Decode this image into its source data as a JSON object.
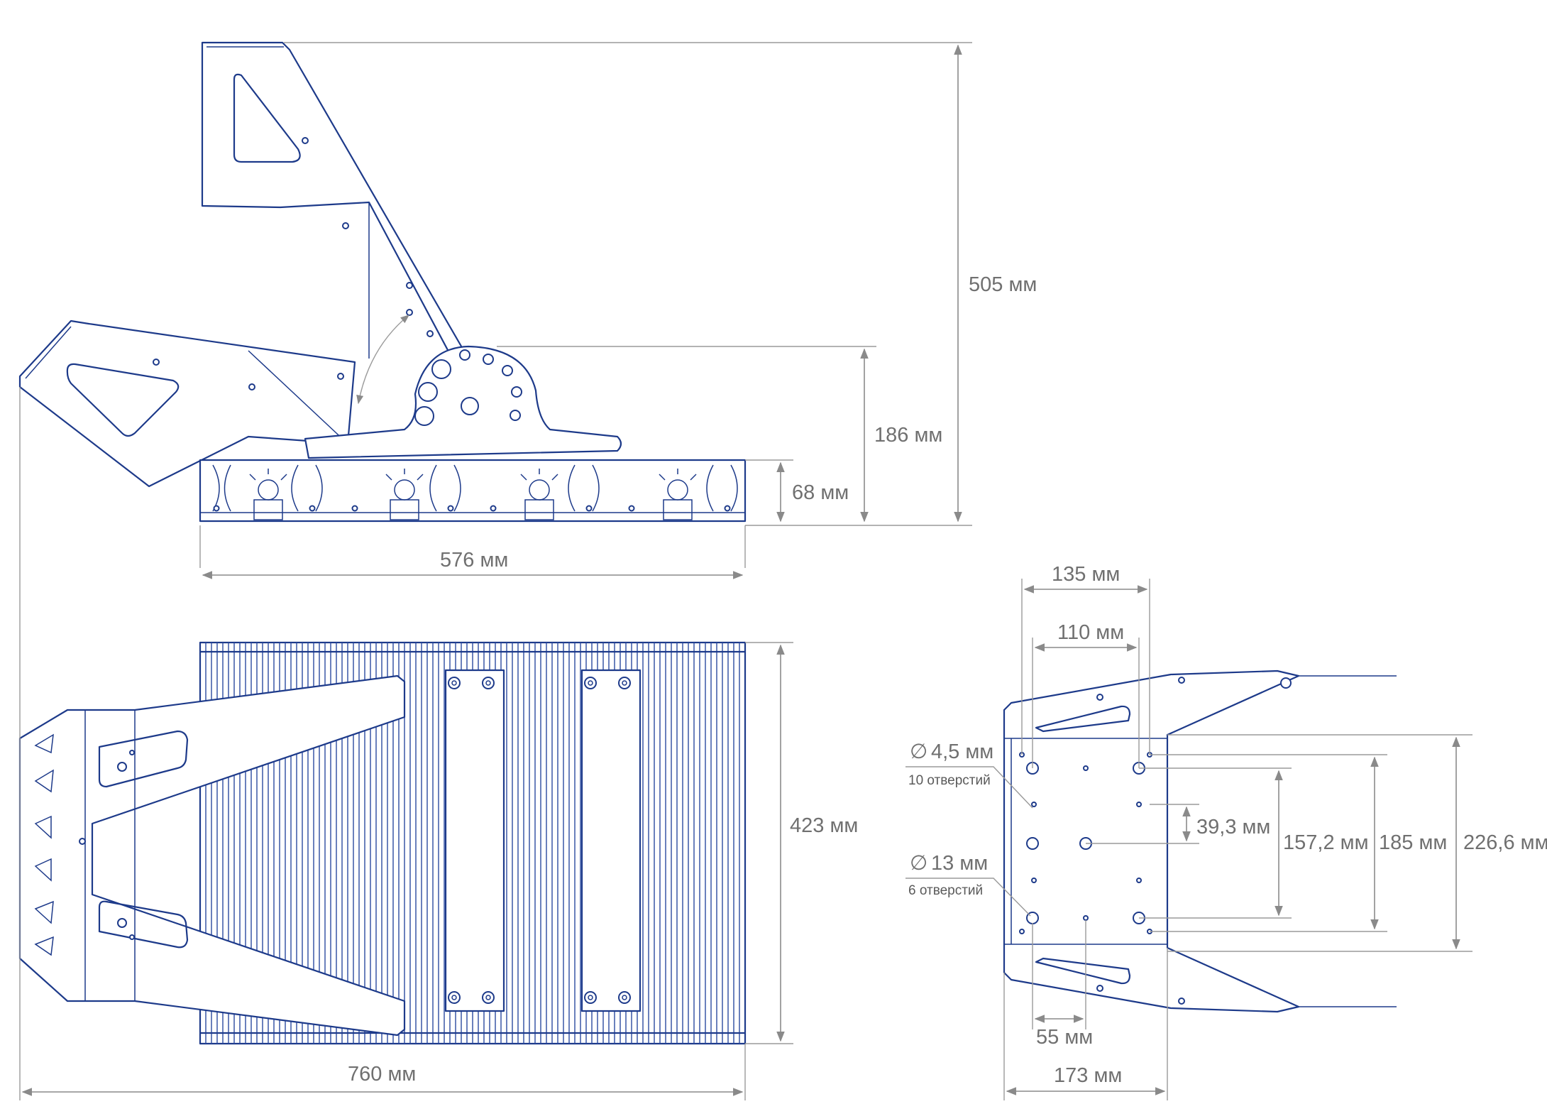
{
  "colors": {
    "drawing_line": "#1d3a8a",
    "dimension_line": "#8a8a8a",
    "label_text": "#707070",
    "background": "#ffffff"
  },
  "side_view": {
    "dim_total_height": "505 мм",
    "dim_bracket_height": "186 мм",
    "dim_module_height": "68 мм",
    "dim_module_width": "576 мм"
  },
  "top_view": {
    "dim_depth": "423 мм",
    "dim_total_length": "760 мм"
  },
  "bracket_view": {
    "dim_135": "135 мм",
    "dim_110": "110 мм",
    "hole_small_diameter": "4,5 мм",
    "hole_small_count": "10 отверстий",
    "hole_large_diameter": "13 мм",
    "hole_large_count": "6 отверстий",
    "dim_39_3": "39,3 мм",
    "dim_157_2": "157,2 мм",
    "dim_185": "185 мм",
    "dim_226_6": "226,6 мм",
    "dim_55": "55 мм",
    "dim_173": "173 мм",
    "diameter_symbol": "∅"
  }
}
